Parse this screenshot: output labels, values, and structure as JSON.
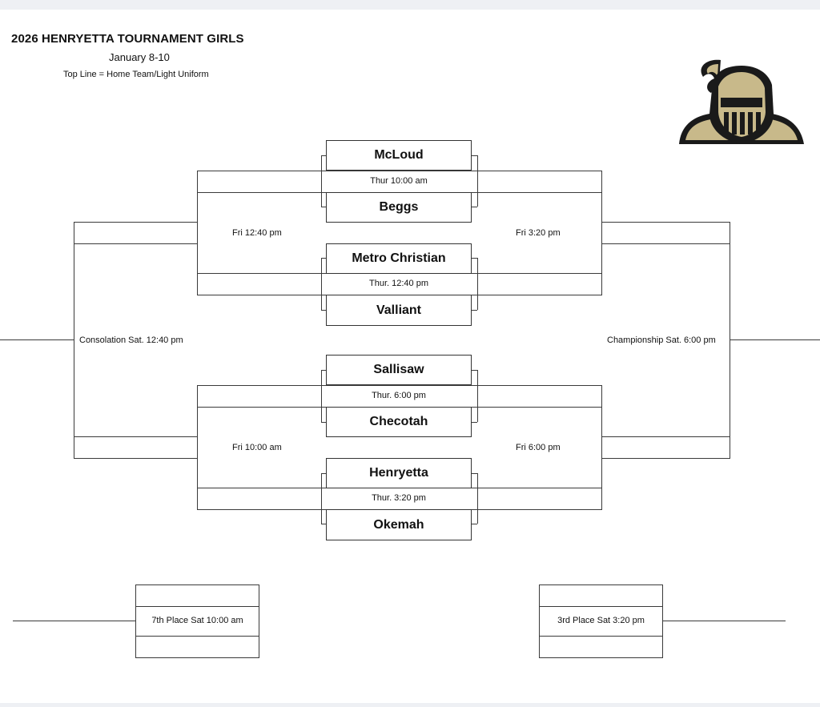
{
  "header": {
    "title": "2026 HENRYETTA TOURNAMENT GIRLS",
    "dates": "January 8-10",
    "note": "Top Line = Home Team/Light Uniform"
  },
  "teams": [
    "McLoud",
    "Beggs",
    "Metro Christian",
    "Valliant",
    "Sallisaw",
    "Checotah",
    "Henryetta",
    "Okemah"
  ],
  "games": {
    "g1": "Thur 10:00 am",
    "g2": "Thur. 12:40 pm",
    "g3": "Thur.  6:00 pm",
    "g4": "Thur.  3:20 pm",
    "cons_semi_top": "Fri 12:40 pm",
    "cons_semi_bot": "Fri 10:00 am",
    "champ_semi_top": "Fri 3:20 pm",
    "champ_semi_bot": "Fri 6:00 pm",
    "consolation": "Consolation Sat. 12:40 pm",
    "championship": "Championship Sat. 6:00 pm",
    "seventh": "7th Place Sat 10:00 am",
    "third": "3rd Place Sat 3:20 pm"
  },
  "logo": {
    "icon": "knight-helmet-icon",
    "colors": {
      "gold": "#c8b98a",
      "black": "#1a1a1a"
    }
  }
}
